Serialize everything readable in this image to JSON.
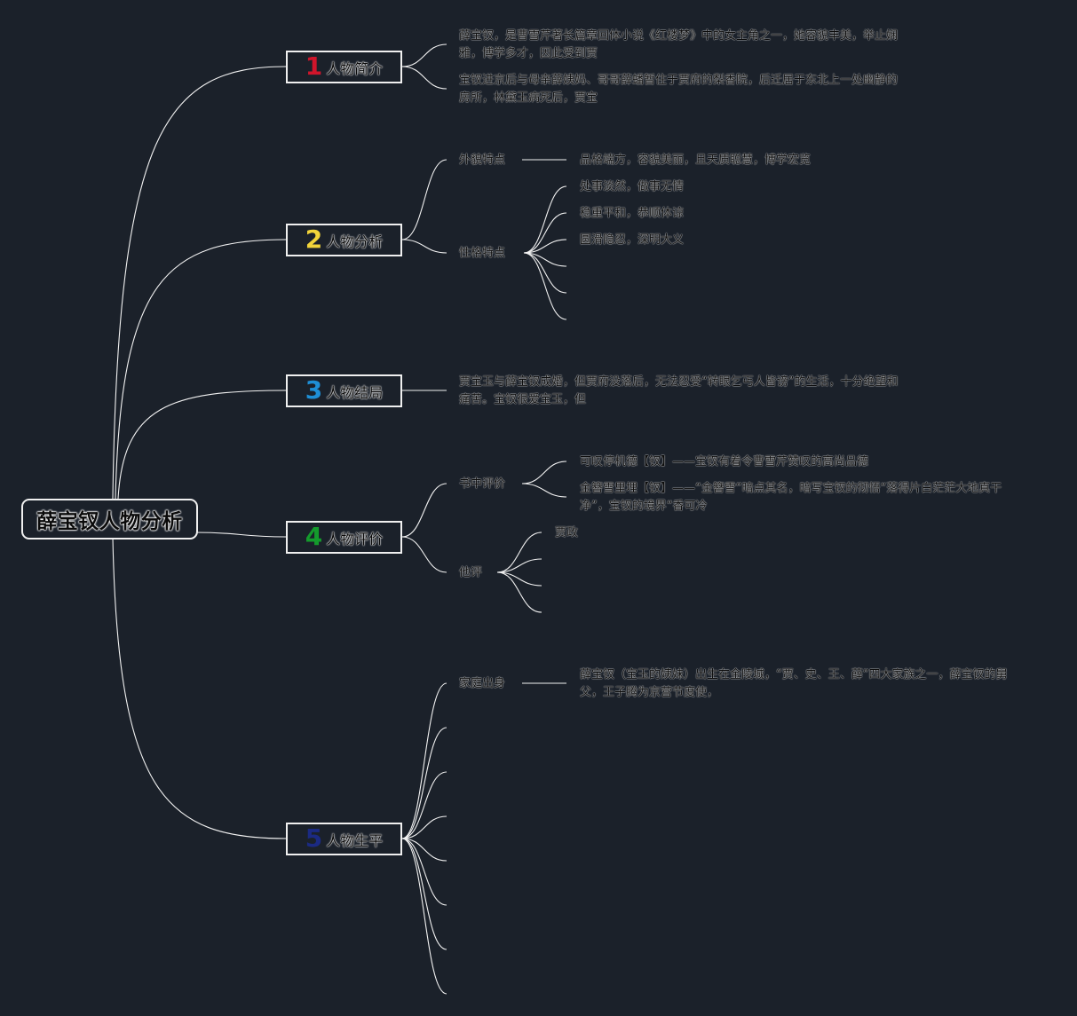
{
  "root": {
    "title": "薛宝钗人物分析"
  },
  "topics": [
    {
      "num": "1",
      "label": "人物简介",
      "color": "#d0152b"
    },
    {
      "num": "2",
      "label": "人物分析",
      "color": "#f2d43a"
    },
    {
      "num": "3",
      "label": "人物结局",
      "color": "#1e8fd6"
    },
    {
      "num": "4",
      "label": "人物评价",
      "color": "#149a2c"
    },
    {
      "num": "5",
      "label": "人物生平",
      "color": "#1b2a83"
    }
  ],
  "intro": {
    "p1": "薛宝钗，是曹雪芹著长篇章回体小说《红楼梦》中的女主角之一，她容貌丰美，举止娴雅，博学多才，因此受到贾",
    "p2": "宝钗进京后与母亲薛姨妈、哥哥薛蟠暂住于贾府的梨香院，后迁居于东北上一处幽静的房所，林黛玉病死后，贾宝"
  },
  "analysis": {
    "appearance_label": "外貌特点",
    "appearance_text": "品格端方，容貌美丽，且天质聪慧，博学宏览",
    "personality_label": "性格特点",
    "personality_items": [
      "处事淡然，做事无情",
      "稳重平和，恭顺体谅",
      "圆滑隐忍，深明大义"
    ]
  },
  "ending": {
    "text": "贾宝玉与薛宝钗成婚，但贾府没落后，无法忍受“转眼乞丐人皆谤”的生活，十分绝望和痛苦。宝钗很爱宝玉，但"
  },
  "evaluation": {
    "book_label": "书中评价",
    "book_items": [
      "可叹停机德【钗】——宝钗有着令曹雪芹赞叹的高尚品德",
      "金簪雪里埋【钗】——“金簪雪”暗点其名，暗写宝钗的彻悟“落得片白茫茫大地真干净”，宝钗的境界“香可冷"
    ],
    "others_label": "他评",
    "others_items": [
      "贾政"
    ]
  },
  "life": {
    "family_label": "家庭出身",
    "family_text": "薛宝钗（宝玉的姨妹）出生在金陵城，“贾、史、王、薛”四大家族之一，薛宝钗的舅父，王子腾为京营节度使，"
  }
}
